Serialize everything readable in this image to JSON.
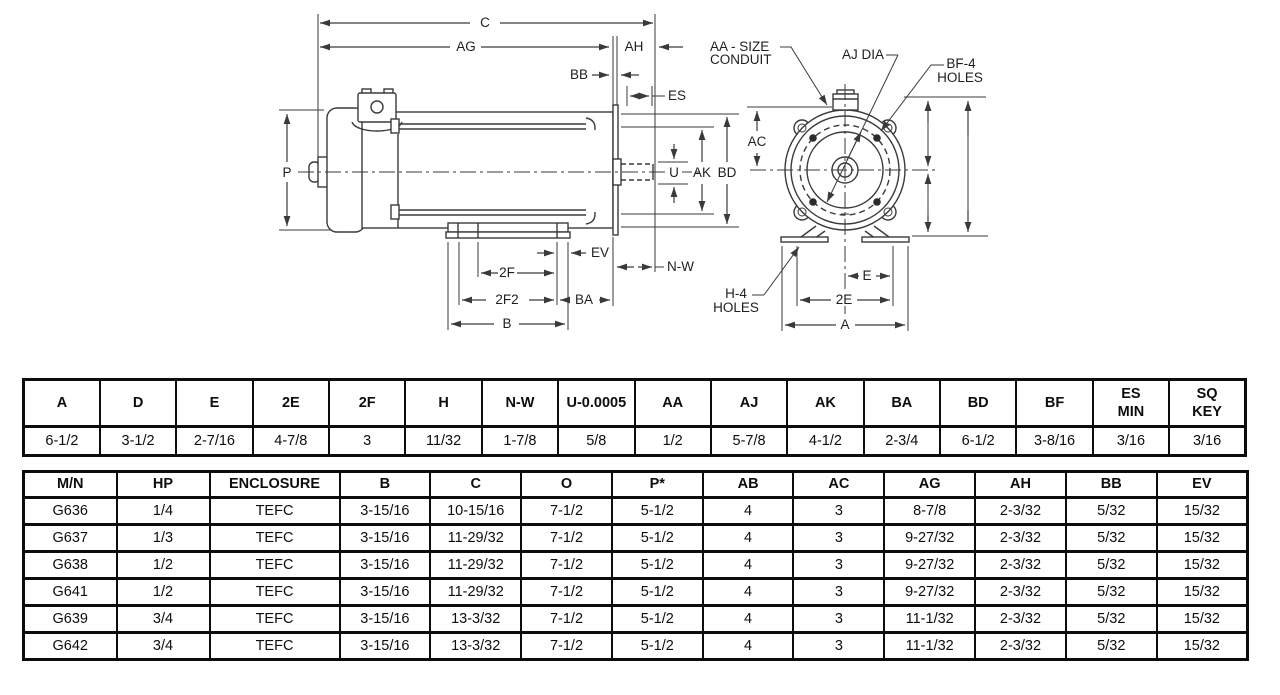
{
  "diagram": {
    "labels": {
      "c": "C",
      "ag": "AG",
      "ah": "AH",
      "bb": "BB",
      "es": "ES",
      "p": "P",
      "u": "U",
      "ak": "AK",
      "bd": "BD",
      "nw": "N-W",
      "ev": "EV",
      "two_f": "2F",
      "two_f2": "2F2",
      "ba": "BA",
      "b": "B",
      "ac": "AC",
      "aa_line1": "AA - SIZE",
      "aa_line2": "CONDUIT",
      "aj_dia": "AJ DIA",
      "bf_line1": "BF-4",
      "bf_line2": "HOLES",
      "h4_line1": "H-4",
      "h4_line2": "HOLES",
      "e": "E",
      "two_e": "2E",
      "a": "A"
    }
  },
  "dimension_table": {
    "headers": [
      "A",
      "D",
      "E",
      "2E",
      "2F",
      "H",
      "N-W",
      "U-0.0005",
      "AA",
      "AJ",
      "AK",
      "BA",
      "BD",
      "BF",
      "ES\nMIN",
      "SQ\nKEY"
    ],
    "values": [
      "6-1/2",
      "3-1/2",
      "2-7/16",
      "4-7/8",
      "3",
      "11/32",
      "1-7/8",
      "5/8",
      "1/2",
      "5-7/8",
      "4-1/2",
      "2-3/4",
      "6-1/2",
      "3-8/16",
      "3/16",
      "3/16"
    ]
  },
  "model_table": {
    "headers": [
      "M/N",
      "HP",
      "ENCLOSURE",
      "B",
      "C",
      "O",
      "P*",
      "AB",
      "AC",
      "AG",
      "AH",
      "BB",
      "EV"
    ],
    "rows": [
      [
        "G636",
        "1/4",
        "TEFC",
        "3-15/16",
        "10-15/16",
        "7-1/2",
        "5-1/2",
        "4",
        "3",
        "8-7/8",
        "2-3/32",
        "5/32",
        "15/32"
      ],
      [
        "G637",
        "1/3",
        "TEFC",
        "3-15/16",
        "11-29/32",
        "7-1/2",
        "5-1/2",
        "4",
        "3",
        "9-27/32",
        "2-3/32",
        "5/32",
        "15/32"
      ],
      [
        "G638",
        "1/2",
        "TEFC",
        "3-15/16",
        "11-29/32",
        "7-1/2",
        "5-1/2",
        "4",
        "3",
        "9-27/32",
        "2-3/32",
        "5/32",
        "15/32"
      ],
      [
        "G641",
        "1/2",
        "TEFC",
        "3-15/16",
        "11-29/32",
        "7-1/2",
        "5-1/2",
        "4",
        "3",
        "9-27/32",
        "2-3/32",
        "5/32",
        "15/32"
      ],
      [
        "G639",
        "3/4",
        "TEFC",
        "3-15/16",
        "13-3/32",
        "7-1/2",
        "5-1/2",
        "4",
        "3",
        "11-1/32",
        "2-3/32",
        "5/32",
        "15/32"
      ],
      [
        "G642",
        "3/4",
        "TEFC",
        "3-15/16",
        "13-3/32",
        "7-1/2",
        "5-1/2",
        "4",
        "3",
        "11-1/32",
        "2-3/32",
        "5/32",
        "15/32"
      ]
    ]
  }
}
